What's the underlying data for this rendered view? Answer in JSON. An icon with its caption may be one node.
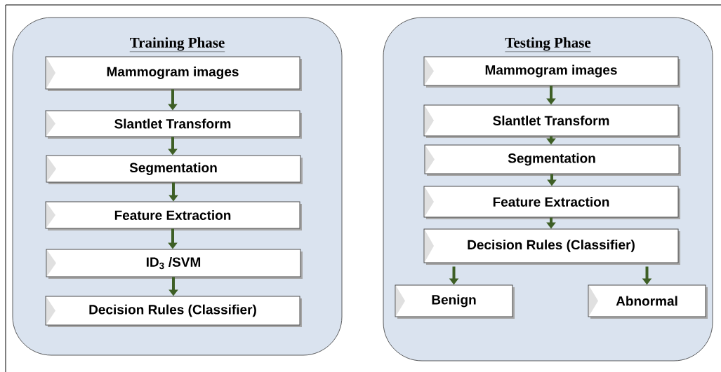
{
  "diagram": {
    "nodes": [
      {
        "text": [
          "Training Phase"
        ]
      },
      {
        "text": [
          "Mammogram images"
        ],
        "in": 0
      },
      {
        "text": [
          "Slantlet Transform"
        ],
        "in": 0
      },
      {
        "text": [
          "Segmentation"
        ],
        "in": 0
      },
      {
        "text": [
          "Feature Extraction"
        ],
        "in": 0
      },
      {
        "text": [
          "ID$_{3}$ /SVM"
        ],
        "in": 0
      },
      {
        "text": [
          "Decision Rules (Classifier)"
        ],
        "in": 0
      },
      {
        "text": [
          "Testing Phase"
        ]
      },
      {
        "text": [
          "Mammogram images"
        ],
        "in": 7
      },
      {
        "text": [
          "Slantlet Transform"
        ],
        "in": 7
      },
      {
        "text": [
          "Segmentation"
        ],
        "in": 7
      },
      {
        "text": [
          "Feature Extraction"
        ],
        "in": 7
      },
      {
        "text": [
          "Decision Rules (Classifier)"
        ],
        "in": 7
      },
      {
        "text": [
          "Benign"
        ],
        "in": 7
      },
      {
        "text": [
          "Abnormal"
        ],
        "in": 7
      }
    ],
    "edges": [
      {
        "from": 1,
        "to": 2,
        "arrow": "to"
      },
      {
        "from": 2,
        "to": 3,
        "arrow": "to"
      },
      {
        "from": 3,
        "to": 4,
        "arrow": "to"
      },
      {
        "from": 4,
        "to": 5,
        "arrow": "to"
      },
      {
        "from": 5,
        "to": 6,
        "arrow": "to"
      },
      {
        "from": 8,
        "to": 9,
        "arrow": "to"
      },
      {
        "from": 9,
        "to": 10,
        "arrow": "to"
      },
      {
        "from": 10,
        "to": 11,
        "arrow": "to"
      },
      {
        "from": 11,
        "to": 12,
        "arrow": "to"
      },
      {
        "from": 12,
        "to": 13,
        "arrow": "to"
      },
      {
        "from": 12,
        "to": 14,
        "arrow": "to"
      }
    ]
  }
}
